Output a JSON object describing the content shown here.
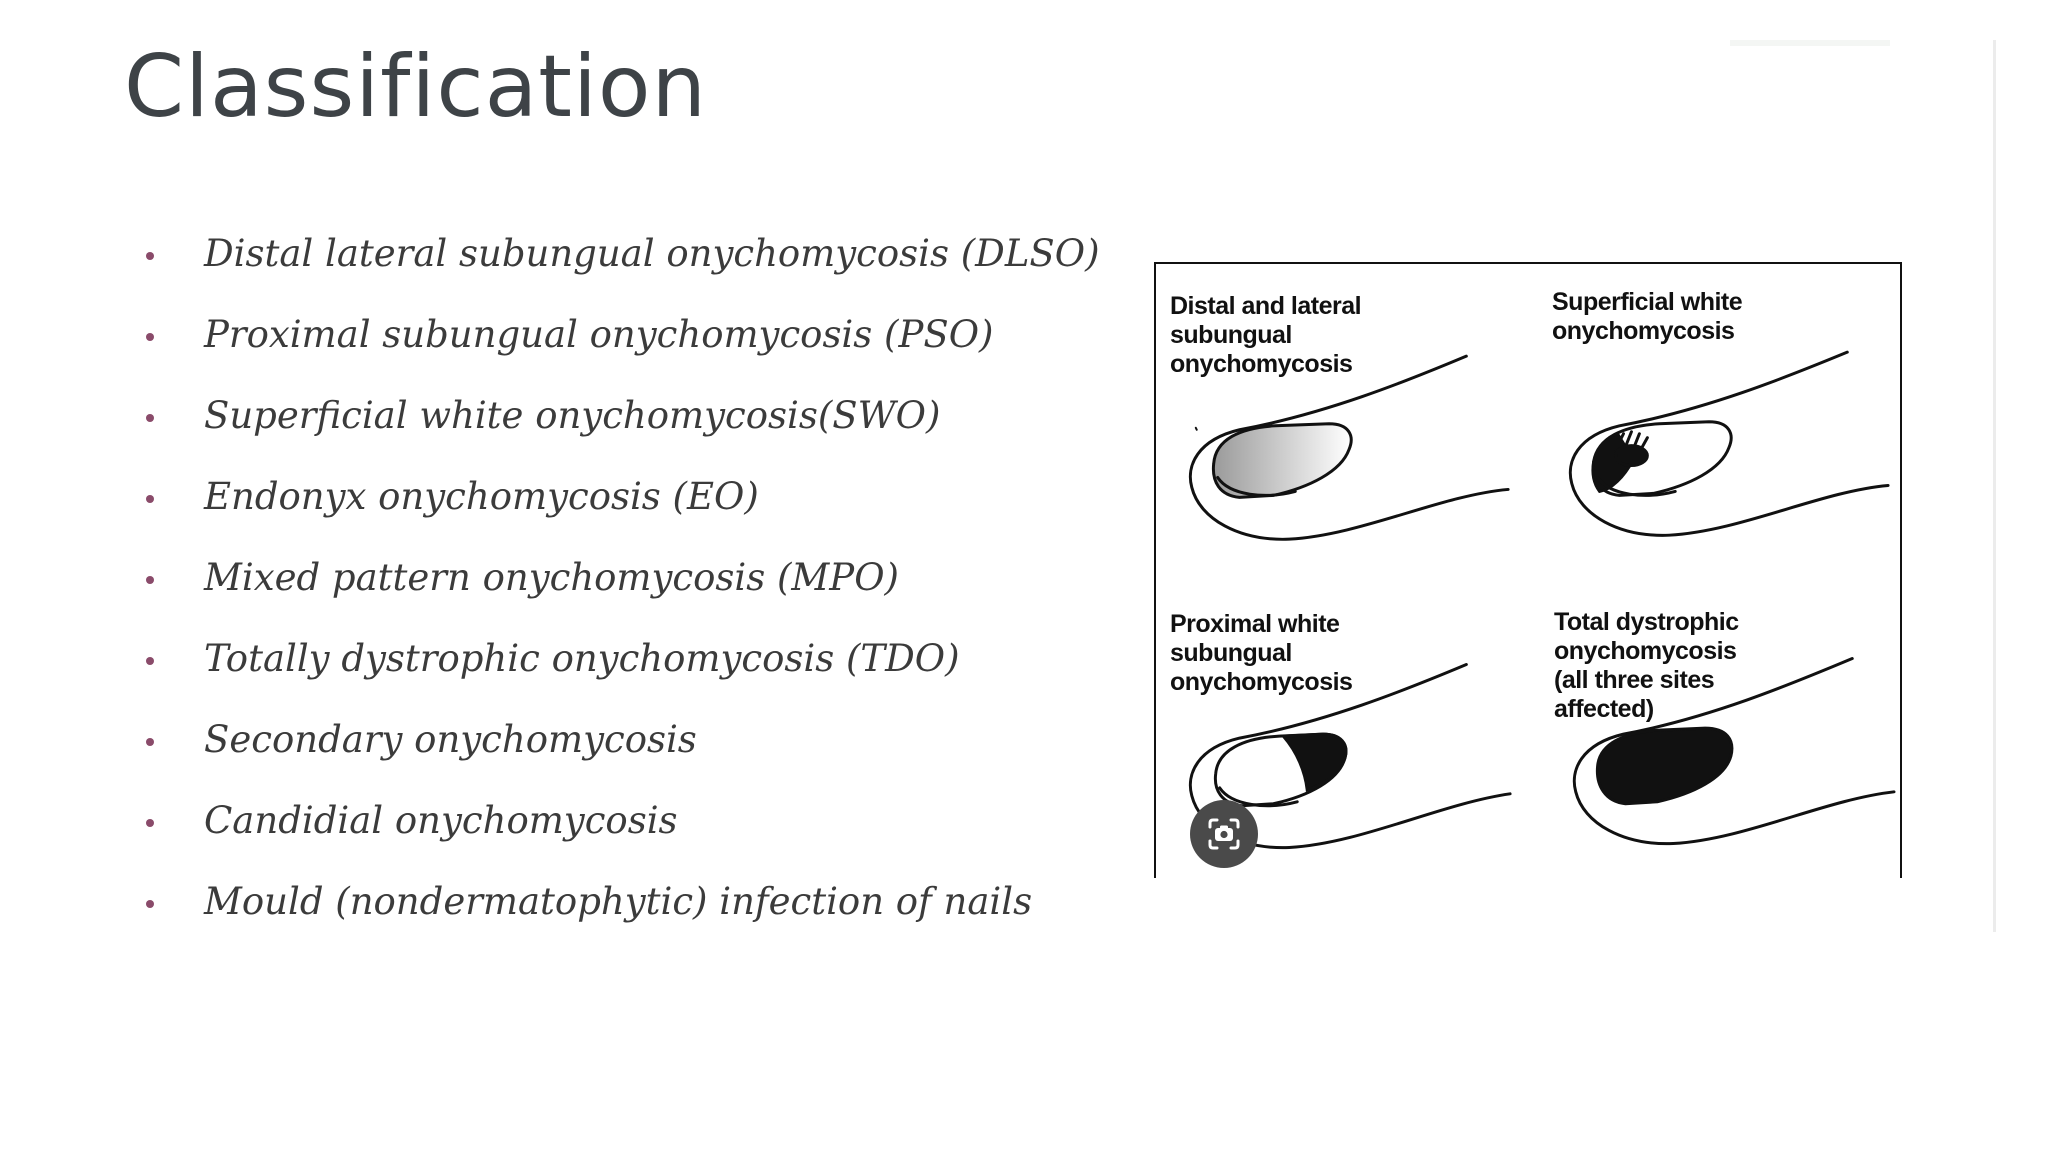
{
  "slide": {
    "title": "Classification",
    "bullet_color": "#8a4b6a",
    "bullets": [
      "Distal lateral subungual onychomycosis (DLSO)",
      "Proximal subungual onychomycosis (PSO)",
      "Superficial white onychomycosis(SWO)",
      "Endonyx onychomycosis (EO)",
      "Mixed pattern onychomycosis (MPO)",
      "Totally dystrophic onychomycosis (TDO)",
      "Secondary onychomycosis",
      "Candidial onychomycosis",
      " Mould (nondermatophytic) infection of nails"
    ]
  },
  "figure": {
    "labels": {
      "top_left": [
        "Distal and lateral",
        "subungual",
        "onychomycosis"
      ],
      "top_right": [
        "Superficial white",
        "onychomycosis"
      ],
      "bottom_left": [
        "Proximal white",
        "subungual",
        "onychomycosis"
      ],
      "bottom_right": [
        "Total dystrophic",
        "onychomycosis",
        "(all three sites",
        "affected)"
      ]
    }
  },
  "overlay": {
    "icon": "visual-search-camera-icon"
  }
}
